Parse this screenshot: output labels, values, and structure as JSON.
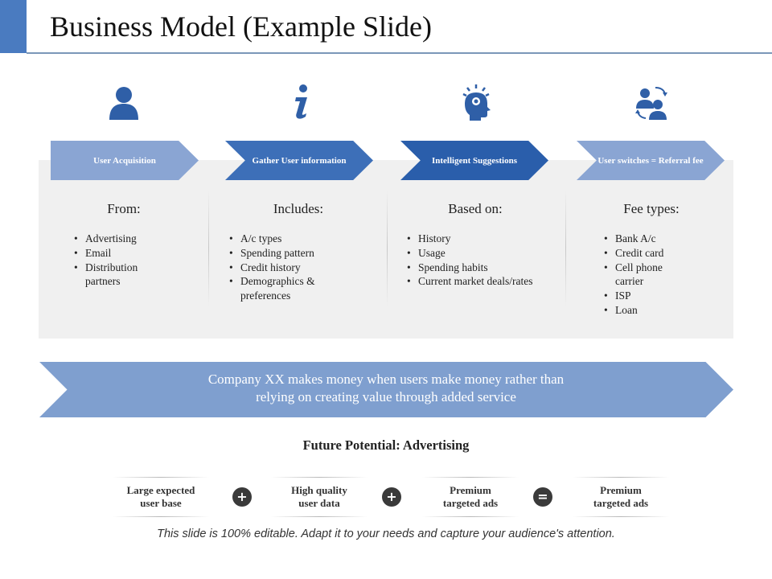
{
  "slide": {
    "title": "Business Model (Example Slide)",
    "accent_color": "#4a7bc0"
  },
  "icons": [
    "user-icon",
    "info-icon",
    "idea-head-icon",
    "user-switch-icon"
  ],
  "steps": [
    {
      "label": "User Acquisition",
      "color": "#8aa5d3",
      "heading": "From:",
      "items": [
        "Advertising",
        "Email",
        "Distribution partners"
      ]
    },
    {
      "label": "Gather User information",
      "color": "#3d6fb8",
      "heading": "Includes:",
      "items": [
        "A/c types",
        "Spending pattern",
        "Credit history",
        "Demographics & preferences"
      ]
    },
    {
      "label": "Intelligent Suggestions",
      "color": "#2a5eab",
      "heading": "Based on:",
      "items": [
        "History",
        "Usage",
        "Spending habits",
        "Current market deals/rates"
      ]
    },
    {
      "label": "User switches = Referral fee",
      "color": "#8aa5d3",
      "heading": "Fee types:",
      "items": [
        "Bank A/c",
        "Credit card",
        "Cell phone carrier",
        "ISP",
        "Loan"
      ]
    }
  ],
  "banner": {
    "line1": "Company XX makes money when users make money rather than",
    "line2": "relying on creating value through added service",
    "color": "#7f9fcf"
  },
  "future": {
    "title": "Future Potential: Advertising",
    "items": [
      {
        "line1": "Large expected",
        "line2": "user base"
      },
      {
        "line1": "High quality",
        "line2": "user data"
      },
      {
        "line1": "Premium",
        "line2": "targeted ads"
      },
      {
        "line1": "Premium",
        "line2": "targeted ads"
      }
    ],
    "operators": [
      "+",
      "+",
      "="
    ]
  },
  "footer": "This slide is 100% editable. Adapt it to your needs and capture your audience's attention."
}
